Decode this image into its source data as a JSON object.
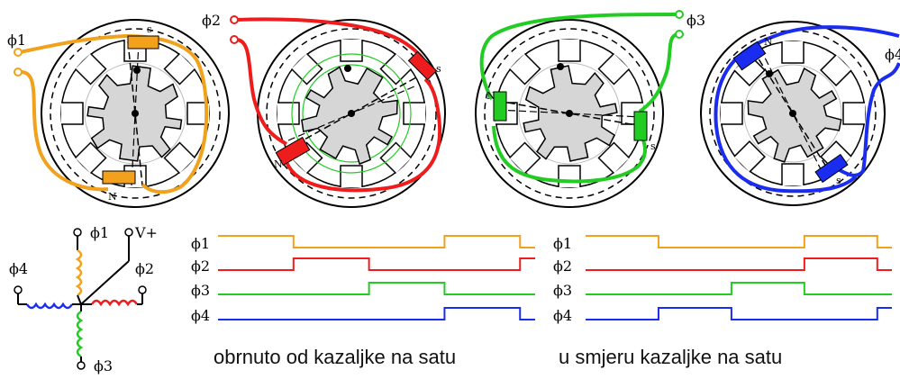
{
  "colors": {
    "phase1": "#f2a11c",
    "phase2": "#ee1c1c",
    "phase3": "#22cc22",
    "phase4": "#1a2cf0",
    "rotor": "#d6d6d6",
    "outline": "#000000"
  },
  "motors": [
    {
      "phase_label": "ϕ1",
      "pole_n": "N",
      "pole_s": "s"
    },
    {
      "phase_label": "ϕ2",
      "pole_n": "N",
      "pole_s": "s"
    },
    {
      "phase_label": "ϕ3",
      "pole_n": "N",
      "pole_s": "s"
    },
    {
      "phase_label": "ϕ4",
      "pole_n": "N",
      "pole_s": "s"
    }
  ],
  "schematic": {
    "phase1": "ϕ1",
    "supply": "V+",
    "phase2": "ϕ2",
    "phase3": "ϕ3",
    "phase4": "ϕ4"
  },
  "timing_ccw": {
    "caption": "obrnuto od kazaljke na satu",
    "labels": [
      "ϕ1",
      "ϕ2",
      "ϕ3",
      "ϕ4"
    ],
    "levels": [
      [
        1,
        0,
        0,
        1,
        0
      ],
      [
        0,
        1,
        0,
        0,
        1
      ],
      [
        0,
        0,
        1,
        0,
        0
      ],
      [
        0,
        0,
        0,
        1,
        0
      ]
    ]
  },
  "timing_cw": {
    "caption": "u smjeru kazaljke na satu",
    "labels": [
      "ϕ1",
      "ϕ2",
      "ϕ3",
      "ϕ4"
    ],
    "levels": [
      [
        1,
        0,
        0,
        1,
        0
      ],
      [
        0,
        0,
        0,
        1,
        0
      ],
      [
        0,
        0,
        1,
        0,
        0
      ],
      [
        0,
        1,
        0,
        0,
        1
      ]
    ]
  }
}
